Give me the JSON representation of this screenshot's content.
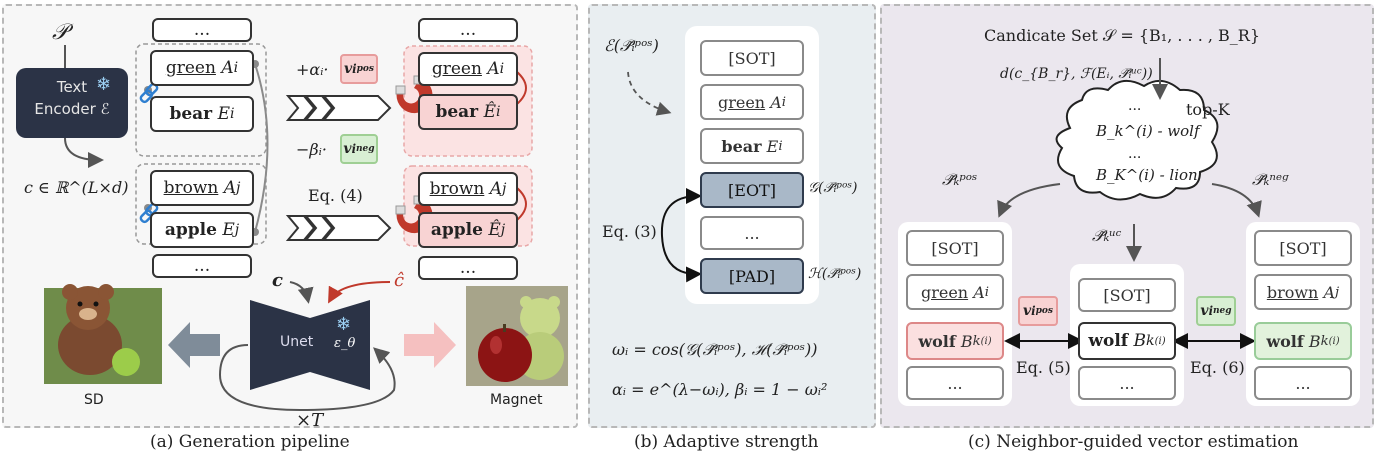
{
  "colors": {
    "accent_red": "#c0392b",
    "pos_fill": "#f8d3d3",
    "neg_fill": "#d8efd3",
    "dark_navy": "#2b3346",
    "gray_blue": "#a9b8c8"
  },
  "panel_a": {
    "prompt_symbol": "𝒫",
    "encoder_line1": "Text",
    "encoder_line2": "Encoder ℰ",
    "c_dim": "c ∈ ℝ^(L×d)",
    "ellipsis": "...",
    "green": "green",
    "A_i": "A",
    "A_i_sub": "i",
    "bear": "bear",
    "E_i": "E",
    "E_i_sub": "i",
    "brown": "brown",
    "A_j": "A",
    "A_j_sub": "j",
    "apple": "apple",
    "E_j": "E",
    "E_j_sub": "j",
    "alpha_term": "+αᵢ·",
    "beta_term": "−βᵢ·",
    "v_pos": "v",
    "v_pos_sup": "pos",
    "v_neg": "v",
    "v_neg_sup": "neg",
    "v_sub": "i",
    "eq4": "Eq. (4)",
    "c_label": "c",
    "c_hat": "ĉ",
    "unet_label": "Unet",
    "eps": "ε_θ",
    "times_T": "×T",
    "sd_label": "SD",
    "magnet_label": "Magnet",
    "caption": "(a) Generation pipeline"
  },
  "panel_b": {
    "enc": "ℰ(𝒫̃ᵢᵖᵒˢ)",
    "sot": "[SOT]",
    "green": "green",
    "A_i": "A",
    "A_sub": "i",
    "bear": "bear",
    "E_i": "E",
    "E_sub": "i",
    "eot": "[EOT]",
    "dots": "...",
    "pad": "[PAD]",
    "g_label": "𝒢(𝒫̃ᵢᵖᵒˢ)",
    "h_label": "ℋ(𝒫̃ᵢᵖᵒˢ)",
    "eq3": "Eq. (3)",
    "omega": "ωᵢ = cos(𝒢(𝒫̃ᵢᵖᵒˢ), ℋ(𝒫̃ᵢᵖᵒˢ))",
    "alpha_beta": "αᵢ = e^(λ−ωᵢ), βᵢ = 1 − ωᵢ²",
    "caption": "(b) Adaptive strength"
  },
  "panel_c": {
    "candidate": "Candicate Set  𝒮 = {B₁, . . . , B_R}",
    "distance": "d(c_{B_r}, ℱ(Eᵢ, 𝒫̃ᵢᵘᶜ))",
    "topk": "top-K",
    "cloud_dots1": "...",
    "cloud_wolf": "B_k^(i) - wolf",
    "cloud_dots2": "...",
    "cloud_lion": "B_K^(i) - lion",
    "p_pos": "𝒫̃ₖᵖᵒˢ",
    "p_neg": "𝒫̃ₖⁿᵉᵍ",
    "p_uc": "𝒫̃ₖᵘᶜ",
    "sot": "[SOT]",
    "green": "green",
    "A_i": "A",
    "A_i_sub": "i",
    "brown": "brown",
    "A_j": "A",
    "A_j_sub": "j",
    "wolf": "wolf",
    "B": "B",
    "B_sup": "(i)",
    "B_sub": "k",
    "dots": "...",
    "v_pos": "v",
    "v_pos_sup": "pos",
    "v_neg": "v",
    "v_neg_sup": "neg",
    "v_sub": "i",
    "eq5": "Eq. (5)",
    "eq6": "Eq. (6)",
    "caption": "(c) Neighbor-guided vector estimation"
  }
}
